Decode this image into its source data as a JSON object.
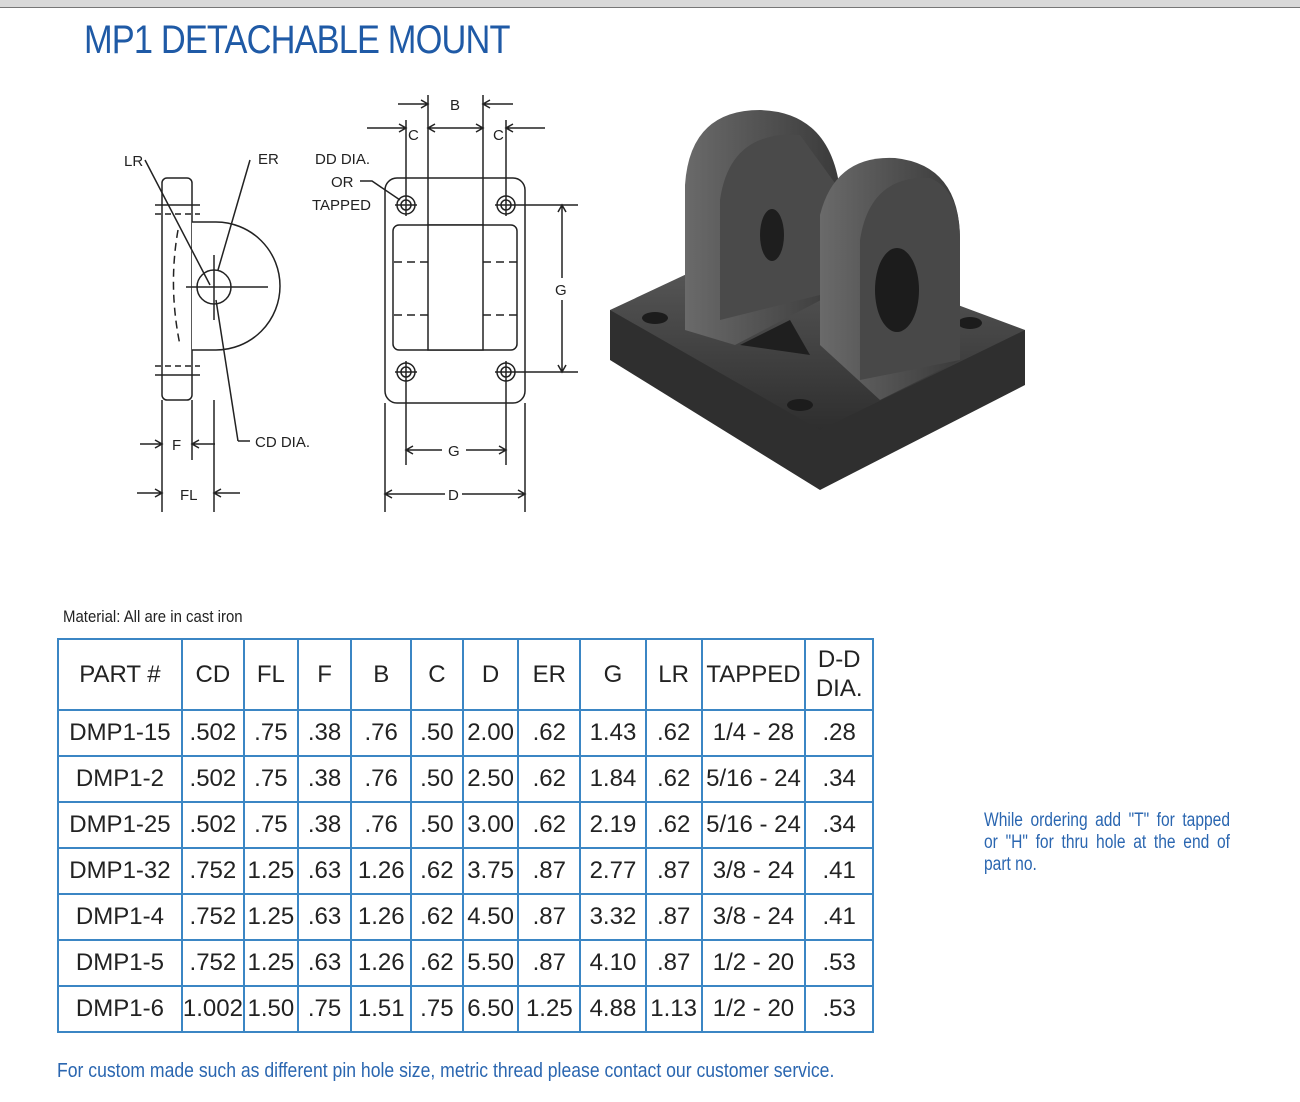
{
  "title": "MP1 DETACHABLE MOUNT",
  "drawing_labels": {
    "lr": "LR",
    "er": "ER",
    "dd_dia": "DD DIA.",
    "or": "OR",
    "tapped": "TAPPED",
    "cd_dia": "CD DIA.",
    "f": "F",
    "fl": "FL",
    "b": "B",
    "c": "C",
    "g": "G",
    "d": "D"
  },
  "material": "Material: All are in cast iron",
  "table": {
    "headers": [
      "PART #",
      "CD",
      "FL",
      "F",
      "B",
      "C",
      "D",
      "ER",
      "G",
      "LR",
      "TAPPED",
      "D-D",
      "DIA."
    ],
    "rows": [
      [
        "DMP1-15",
        ".502",
        ".75",
        ".38",
        ".76",
        ".50",
        "2.00",
        ".62",
        "1.43",
        ".62",
        "1/4 - 28",
        ".28"
      ],
      [
        "DMP1-2",
        ".502",
        ".75",
        ".38",
        ".76",
        ".50",
        "2.50",
        ".62",
        "1.84",
        ".62",
        "5/16 - 24",
        ".34"
      ],
      [
        "DMP1-25",
        ".502",
        ".75",
        ".38",
        ".76",
        ".50",
        "3.00",
        ".62",
        "2.19",
        ".62",
        "5/16 - 24",
        ".34"
      ],
      [
        "DMP1-32",
        ".752",
        "1.25",
        ".63",
        "1.26",
        ".62",
        "3.75",
        ".87",
        "2.77",
        ".87",
        "3/8 - 24",
        ".41"
      ],
      [
        "DMP1-4",
        ".752",
        "1.25",
        ".63",
        "1.26",
        ".62",
        "4.50",
        ".87",
        "3.32",
        ".87",
        "3/8 - 24",
        ".41"
      ],
      [
        "DMP1-5",
        ".752",
        "1.25",
        ".63",
        "1.26",
        ".62",
        "5.50",
        ".87",
        "4.10",
        ".87",
        "1/2 - 20",
        ".53"
      ],
      [
        "DMP1-6",
        "1.002",
        "1.50",
        ".75",
        "1.51",
        ".75",
        "6.50",
        "1.25",
        "4.88",
        "1.13",
        "1/2 - 20",
        ".53"
      ]
    ]
  },
  "note": "While ordering add \"T\" for tapped or \"H\" for thru hole at the end of part no.",
  "footer": "For custom made such as different pin hole size, metric thread please contact our customer service."
}
